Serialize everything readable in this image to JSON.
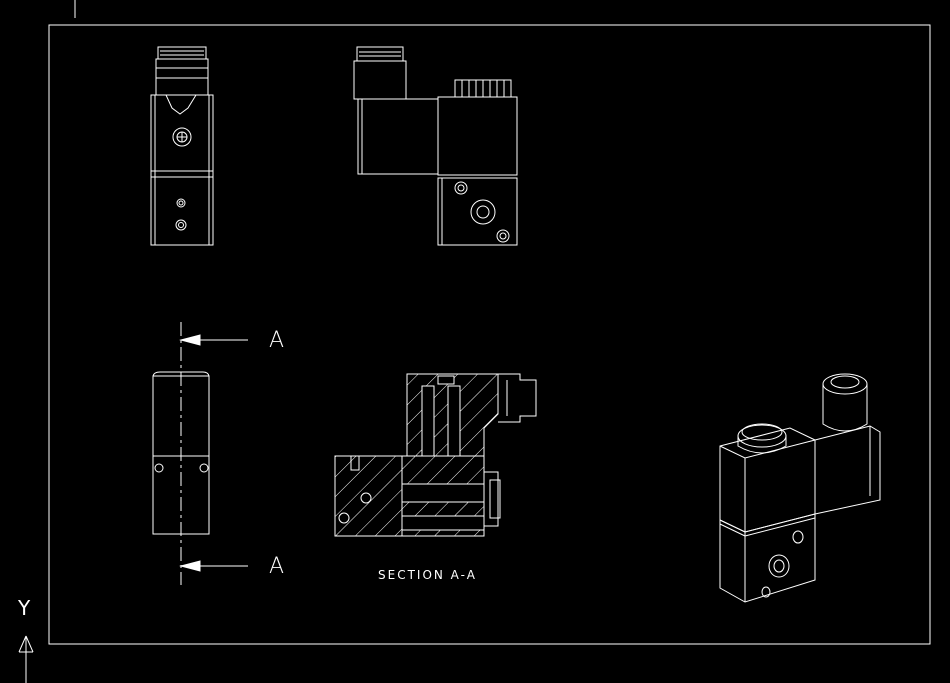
{
  "drawing": {
    "section_label_top": "A",
    "section_label_bottom": "A",
    "section_title": "SECTION A-A",
    "axis_label": "Y"
  },
  "colors": {
    "background": "#000000",
    "line": "#ffffff"
  }
}
